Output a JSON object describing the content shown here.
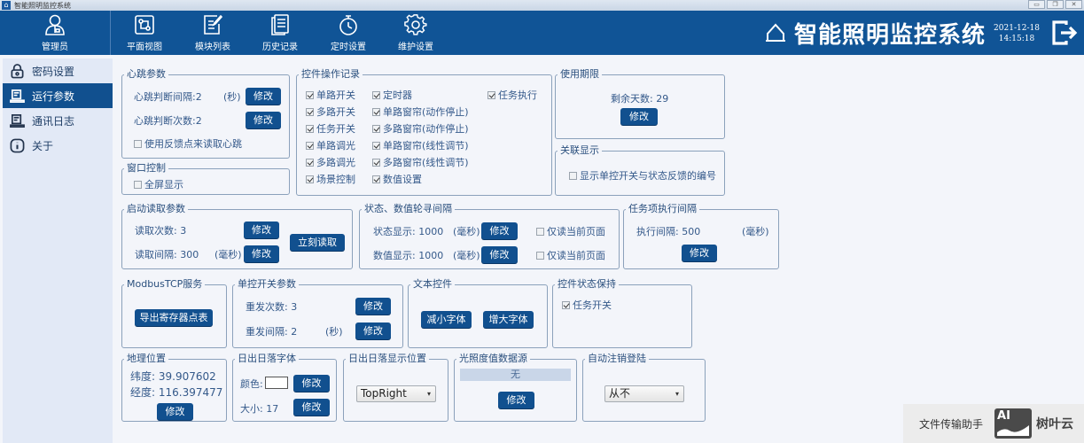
{
  "window": {
    "title": "智能照明监控系统",
    "controls": [
      "minimize",
      "restore",
      "close"
    ]
  },
  "header": {
    "user": {
      "label": "管理员",
      "icon": "user-icon"
    },
    "nav": [
      {
        "label": "平面视图",
        "icon": "floorplan-icon"
      },
      {
        "label": "模块列表",
        "icon": "module-list-icon"
      },
      {
        "label": "历史记录",
        "icon": "history-icon"
      },
      {
        "label": "定时设置",
        "icon": "stopwatch-icon"
      },
      {
        "label": "维护设置",
        "icon": "gear-icon"
      }
    ],
    "brand_title": "智能照明监控系统",
    "date": "2021-12-18",
    "time": "14:15:18",
    "logout_icon": "logout-icon"
  },
  "sidebar": {
    "items": [
      {
        "label": "密码设置",
        "icon": "lock-icon",
        "active": false
      },
      {
        "label": "运行参数",
        "icon": "monitor-icon",
        "active": true
      },
      {
        "label": "通讯日志",
        "icon": "log-icon",
        "active": false
      },
      {
        "label": "关于",
        "icon": "info-icon",
        "active": false
      }
    ]
  },
  "common": {
    "modify": "修改",
    "unit_sec": "(秒)",
    "unit_ms": "(毫秒)"
  },
  "heartbeat": {
    "title": "心跳参数",
    "interval_label": "心跳判断间隔:2",
    "count_label": "心跳判断次数:2",
    "use_feedback": "使用反馈点来读取心跳",
    "use_feedback_checked": false
  },
  "window_ctrl": {
    "title": "窗口控制",
    "fullscreen": "全屏显示",
    "fullscreen_checked": false
  },
  "op_log": {
    "title": "控件操作记录",
    "col1": [
      "单路开关",
      "多路开关",
      "任务开关",
      "单路调光",
      "多路调光",
      "场景控制"
    ],
    "col2": [
      "定时器",
      "单路窗帘(动作停止)",
      "多路窗帘(动作停止)",
      "单路窗帘(线性调节)",
      "多路窗帘(线性调节)",
      "数值设置"
    ],
    "col3": [
      "任务执行"
    ]
  },
  "expiry": {
    "title": "使用期限",
    "remaining": "剩余天数: 29"
  },
  "linked": {
    "title": "关联显示",
    "show_ids": "显示单控开关与状态反馈的编号",
    "show_ids_checked": false
  },
  "startup_read": {
    "title": "启动读取参数",
    "count": "读取次数: 3",
    "interval": "读取间隔: 300",
    "read_now": "立刻读取"
  },
  "polling": {
    "title": "状态、数值轮寻间隔",
    "status": "状态显示: 1000",
    "value": "数值显示: 1000",
    "only_current": "仅读当前页面"
  },
  "task_interval": {
    "title": "任务项执行间隔",
    "interval": "执行间隔: 500"
  },
  "modbus": {
    "title": "ModbusTCP服务",
    "export": "导出寄存器点表"
  },
  "single_switch": {
    "title": "单控开关参数",
    "resend_count": "重发次数: 3",
    "resend_interval": "重发间隔: 2"
  },
  "text_ctrl": {
    "title": "文本控件",
    "decrease": "减小字体",
    "increase": "增大字体"
  },
  "state_keep": {
    "title": "控件状态保持",
    "task_switch": "任务开关",
    "task_switch_checked": true
  },
  "geo": {
    "title": "地理位置",
    "lat": "纬度: 39.907602",
    "lon": "经度: 116.397477"
  },
  "sun_font": {
    "title": "日出日落字体",
    "color_label": "颜色:",
    "size_label": "大小: 17",
    "color_value": "#ffffff"
  },
  "sun_pos": {
    "title": "日出日落显示位置",
    "selected": "TopRight"
  },
  "light_src": {
    "title": "光照度值数据源",
    "value": "无"
  },
  "auto_logout": {
    "title": "自动注销登陆",
    "selected": "从不"
  },
  "taskbar": {
    "file_helper": "文件传输助手",
    "ai_logo": "AI",
    "brand": "树叶云"
  },
  "colors": {
    "header_bg": "#105496",
    "button_bg": "#11508f",
    "sidebar_bg": "#e2e9f6",
    "content_bg": "#f3f5fa",
    "group_border": "#8ba1bb"
  }
}
